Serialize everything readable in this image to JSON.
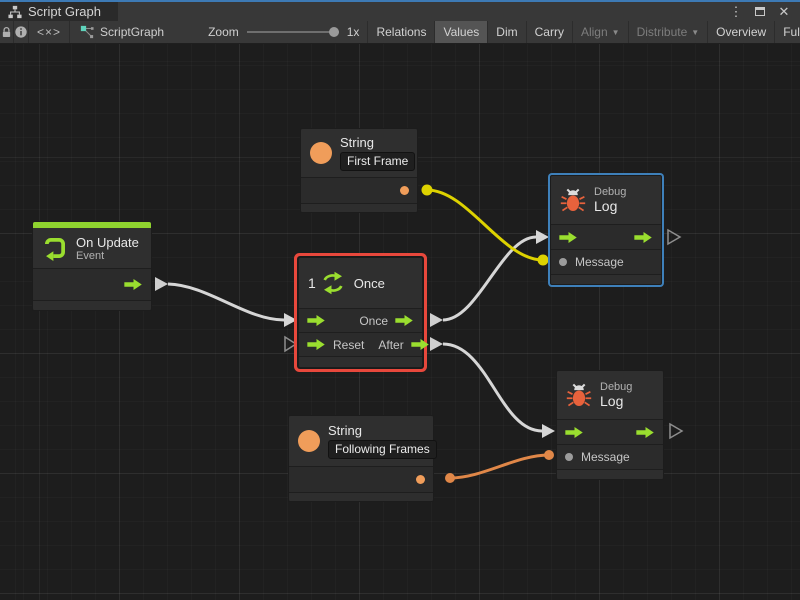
{
  "window": {
    "tab_title": "Script Graph",
    "controls": {
      "menu": "⋮",
      "close": "✕"
    }
  },
  "toolbar": {
    "code_icon_label": "<×>",
    "graph_name": "ScriptGraph",
    "zoom_label": "Zoom",
    "zoom_value": "1x",
    "caret": "▼",
    "buttons": [
      {
        "label": "Relations"
      },
      {
        "label": "Values"
      },
      {
        "label": "Dim"
      },
      {
        "label": "Carry"
      },
      {
        "label": "Align"
      },
      {
        "label": "Distribute"
      },
      {
        "label": "Overview"
      },
      {
        "label": "Full Screen"
      }
    ]
  },
  "graph": {
    "nodes": {
      "string_first": {
        "title": "String",
        "value": "First Frame"
      },
      "debug_top": {
        "subtitle": "Debug",
        "title": "Log",
        "message_label": "Message"
      },
      "on_update": {
        "title": "On Update",
        "subtitle": "Event"
      },
      "once": {
        "counter": "1",
        "title": "Once",
        "out1_label": "Once",
        "in2_label": "Reset",
        "out2_label": "After"
      },
      "string_following": {
        "title": "String",
        "value": "Following Frames"
      },
      "debug_bottom": {
        "subtitle": "Debug",
        "title": "Log",
        "message_label": "Message"
      }
    },
    "colors": {
      "accent_green": "#9ade2f",
      "port_orange": "#f09d5a",
      "wire_yellow": "#ddd200",
      "wire_orange": "#e08748",
      "wire_white": "#d6d6d6",
      "selection_red": "#e8483c",
      "selection_blue": "#3e80ba",
      "bug_orange": "#e8623c"
    }
  }
}
